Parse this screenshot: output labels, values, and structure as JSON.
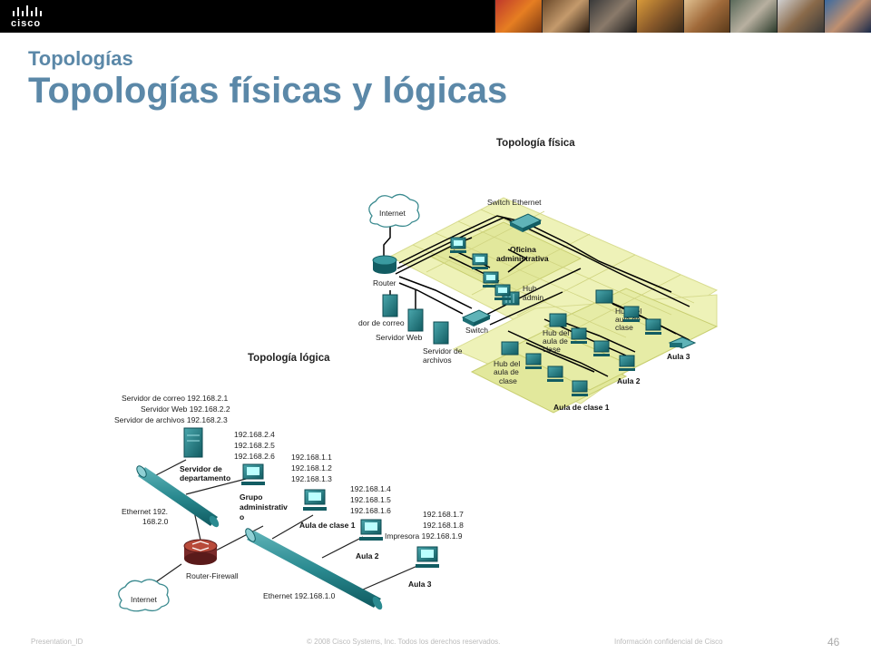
{
  "header": {
    "logo_text": "cisco",
    "subtitle": "Topologías",
    "title": "Topologías físicas y lógicas"
  },
  "physical": {
    "heading": "Topología física",
    "internet": "Internet",
    "switch_ethernet": "Switch Ethernet",
    "office_line1": "Oficina",
    "office_line2": "administrativa",
    "router": "Router",
    "hub_admin_line1": "Hub",
    "hub_admin_line2": "admin.",
    "mail_server": "dor de correo",
    "web_server": "Servidor Web",
    "switch": "Switch",
    "file_server_line1": "Servidor de",
    "file_server_line2": "archivos",
    "hub_class_line1": "Hub del",
    "hub_class_line2": "aula de",
    "hub_class_line3": "clase",
    "aula3": "Aula 3",
    "aula2": "Aula 2",
    "aula1": "Aula de clase 1"
  },
  "logical": {
    "heading": "Topología lógica",
    "server_ips": [
      "Servidor de correo 192.168.2.1",
      "Servidor Web 192.168.2.2",
      "Servidor de archivos 192.168.2.3"
    ],
    "admin_ips": [
      "192.168.2.4",
      "192.168.2.5",
      "192.168.2.6"
    ],
    "dept_server_line1": "Servidor de",
    "dept_server_line2": "departamento",
    "group_line1": "Grupo",
    "group_line2": "administrativ",
    "group_line3": "o",
    "class1_ips": [
      "192.168.1.1",
      "192.168.1.2",
      "192.168.1.3"
    ],
    "aula1": "Aula de clase 1",
    "class2_ips": [
      "192.168.1.4",
      "192.168.1.5",
      "192.168.1.6"
    ],
    "aula2": "Aula 2",
    "class3_ips": [
      "192.168.1.7",
      "192.168.1.8"
    ],
    "printer": "Impresora 192.168.1.9",
    "aula3": "Aula 3",
    "ethernet2_line1": "Ethernet 192.",
    "ethernet2_line2": "168.2.0",
    "router_fw": "Router-Firewall",
    "ethernet1": "Ethernet 192.168.1.0",
    "internet": "Internet"
  },
  "footer": {
    "presentation": "Presentation_ID",
    "copyright": "© 2008 Cisco Systems, Inc. Todos los derechos reservados.",
    "confidential": "Información confidencial de Cisco",
    "page": "46"
  }
}
